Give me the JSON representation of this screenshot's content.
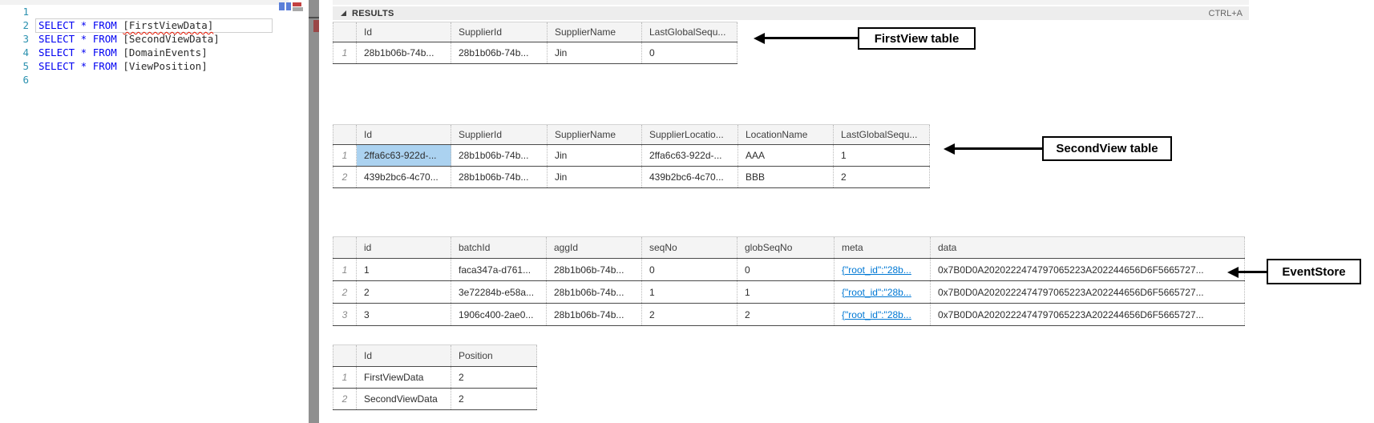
{
  "editor": {
    "lines": [
      {
        "num": "1",
        "keywords": "",
        "identifier": ""
      },
      {
        "num": "2",
        "keywords": "SELECT * FROM ",
        "identifier": "[FirstViewData]"
      },
      {
        "num": "3",
        "keywords": "SELECT * FROM ",
        "identifier": "[SecondViewData]"
      },
      {
        "num": "4",
        "keywords": "SELECT * FROM ",
        "identifier": "[DomainEvents]"
      },
      {
        "num": "5",
        "keywords": "SELECT * FROM ",
        "identifier": "[ViewPosition]"
      },
      {
        "num": "6",
        "keywords": "",
        "identifier": ""
      }
    ]
  },
  "results_panel": {
    "title": "RESULTS",
    "shortcut": "CTRL+A"
  },
  "tables": {
    "first_view": {
      "columns": [
        "Id",
        "SupplierId",
        "SupplierName",
        "LastGlobalSequ..."
      ],
      "rows": [
        {
          "num": "1",
          "cells": [
            "28b1b06b-74b...",
            "28b1b06b-74b...",
            "Jin",
            "0"
          ]
        }
      ]
    },
    "second_view": {
      "columns": [
        "Id",
        "SupplierId",
        "SupplierName",
        "SupplierLocatio...",
        "LocationName",
        "LastGlobalSequ..."
      ],
      "rows": [
        {
          "num": "1",
          "cells": [
            "2ffa6c63-922d-...",
            "28b1b06b-74b...",
            "Jin",
            "2ffa6c63-922d-...",
            "AAA",
            "1"
          ]
        },
        {
          "num": "2",
          "cells": [
            "439b2bc6-4c70...",
            "28b1b06b-74b...",
            "Jin",
            "439b2bc6-4c70...",
            "BBB",
            "2"
          ]
        }
      ]
    },
    "event_store": {
      "columns": [
        "id",
        "batchId",
        "aggId",
        "seqNo",
        "globSeqNo",
        "meta",
        "data"
      ],
      "rows": [
        {
          "num": "1",
          "cells": [
            "1",
            "faca347a-d761...",
            "28b1b06b-74b...",
            "0",
            "0",
            "{\"root_id\":\"28b...",
            "0x7B0D0A2020222474797065223A202244656D6F5665727..."
          ]
        },
        {
          "num": "2",
          "cells": [
            "2",
            "3e72284b-e58a...",
            "28b1b06b-74b...",
            "1",
            "1",
            "{\"root_id\":\"28b...",
            "0x7B0D0A2020222474797065223A202244656D6F5665727..."
          ]
        },
        {
          "num": "3",
          "cells": [
            "3",
            "1906c400-2ae0...",
            "28b1b06b-74b...",
            "2",
            "2",
            "{\"root_id\":\"28b...",
            "0x7B0D0A2020222474797065223A202244656D6F5665727..."
          ]
        }
      ]
    },
    "view_position": {
      "columns": [
        "Id",
        "Position"
      ],
      "rows": [
        {
          "num": "1",
          "cells": [
            "FirstViewData",
            "2"
          ]
        },
        {
          "num": "2",
          "cells": [
            "SecondViewData",
            "2"
          ]
        }
      ]
    }
  },
  "annotations": {
    "first_view_label": "FirstView table",
    "second_view_label": "SecondView table",
    "event_store_label": "EventStore"
  }
}
